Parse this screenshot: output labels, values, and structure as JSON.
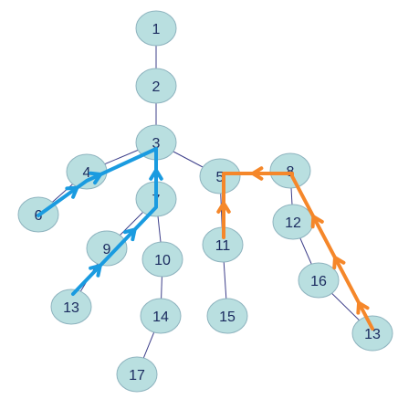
{
  "colors": {
    "node_fill": "#b9dfe0",
    "node_stroke": "#8fb4bf",
    "edge": "#3d3f8a",
    "path_blue": "#1a9be0",
    "path_orange": "#f5872a",
    "label": "#1a2a5e"
  },
  "nodes": [
    {
      "id": "n1",
      "label": "1"
    },
    {
      "id": "n2",
      "label": "2"
    },
    {
      "id": "n3",
      "label": "3"
    },
    {
      "id": "n4",
      "label": "4"
    },
    {
      "id": "n5",
      "label": "5"
    },
    {
      "id": "n6",
      "label": "6"
    },
    {
      "id": "n7",
      "label": "7"
    },
    {
      "id": "n8",
      "label": "8"
    },
    {
      "id": "n9",
      "label": "9"
    },
    {
      "id": "n10",
      "label": "10"
    },
    {
      "id": "n11",
      "label": "11"
    },
    {
      "id": "n12",
      "label": "12"
    },
    {
      "id": "n13a",
      "label": "13"
    },
    {
      "id": "n14",
      "label": "14"
    },
    {
      "id": "n15",
      "label": "15"
    },
    {
      "id": "n16",
      "label": "16"
    },
    {
      "id": "n13b",
      "label": "13"
    },
    {
      "id": "n17",
      "label": "17"
    }
  ],
  "edges": [
    [
      "n1",
      "n2"
    ],
    [
      "n2",
      "n3"
    ],
    [
      "n3",
      "n4"
    ],
    [
      "n3",
      "n5"
    ],
    [
      "n3",
      "n7"
    ],
    [
      "n4",
      "n6"
    ],
    [
      "n7",
      "n9"
    ],
    [
      "n7",
      "n10"
    ],
    [
      "n9",
      "n13a"
    ],
    [
      "n10",
      "n14"
    ],
    [
      "n14",
      "n17"
    ],
    [
      "n5",
      "n8"
    ],
    [
      "n5",
      "n11"
    ],
    [
      "n11",
      "n15"
    ],
    [
      "n8",
      "n12"
    ],
    [
      "n12",
      "n16"
    ],
    [
      "n16",
      "n13b"
    ]
  ],
  "highlight_paths": [
    {
      "color_key": "path_blue",
      "from": "n6",
      "via": [
        "n4"
      ],
      "to": "n3"
    },
    {
      "color_key": "path_blue",
      "from": "n13a",
      "via": [
        "n9",
        "n7"
      ],
      "to": "n3"
    },
    {
      "color_key": "path_orange",
      "from": "n13b",
      "via": [
        "n16",
        "n12",
        "n8"
      ],
      "to": "n5"
    },
    {
      "color_key": "path_orange",
      "from": "n11",
      "via": [],
      "to": "n5"
    }
  ]
}
